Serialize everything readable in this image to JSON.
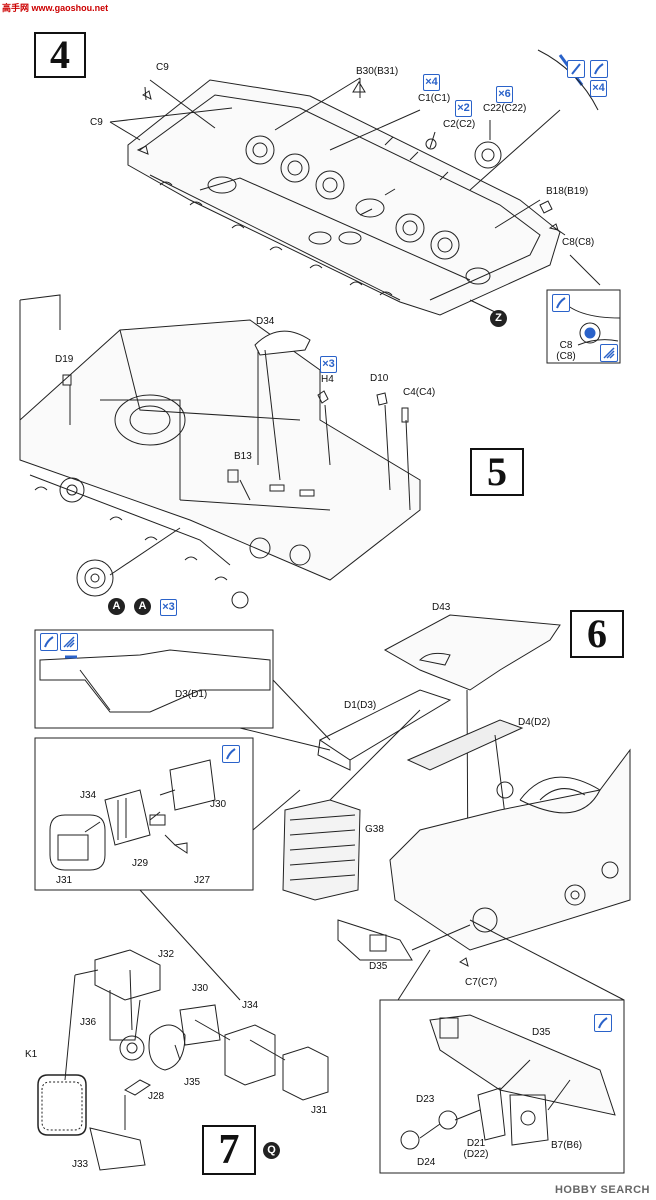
{
  "watermark_top": "高手网 www.gaoshou.net",
  "watermark_bottom": "HOBBY SEARCH",
  "steps": {
    "s4": "4",
    "s5": "5",
    "s6": "6",
    "s7": "7"
  },
  "circled": {
    "z": "Z",
    "q": "Q",
    "a1": "A",
    "a2": "A"
  },
  "qty": {
    "x3_1": "×3",
    "x4": "×4",
    "x2": "×2",
    "x6": "×6",
    "x4b": "×4",
    "x3_2": "×3"
  },
  "step4_labels": {
    "c9a": "C9",
    "c9b": "C9",
    "b30": "B30(B31)",
    "c1": "C1(C1)",
    "c2": "C2(C2)",
    "c22": "C22(C22)",
    "b18": "B18(B19)",
    "c8": "C8(C8)",
    "c8_detail": "C8\n(C8)"
  },
  "step5_labels": {
    "d34": "D34",
    "d19": "D19",
    "h4": "H4",
    "d10": "D10",
    "c4": "C4(C4)",
    "b13": "B13"
  },
  "step6_labels": {
    "d3": "D3(D1)",
    "d43": "D43",
    "d1": "D1(D3)",
    "d4": "D4(D2)",
    "g38": "G38",
    "d35a": "D35",
    "c7": "C7(C7)",
    "d35b": "D35",
    "d23": "D23",
    "d21": "D21\n(D22)",
    "d24": "D24",
    "b7": "B7(B6)"
  },
  "step7_labels": {
    "j34a": "J34",
    "j30a": "J30",
    "j29": "J29",
    "j27": "J27",
    "j31a": "J31",
    "j32": "J32",
    "j30b": "J30",
    "j34b": "J34",
    "j36": "J36",
    "k1": "K1",
    "j35": "J35",
    "j28": "J28",
    "j31b": "J31",
    "j33": "J33"
  },
  "icons": {
    "glue": "glue-icon",
    "cement": "cement-icon",
    "paint": "paint-icon"
  }
}
